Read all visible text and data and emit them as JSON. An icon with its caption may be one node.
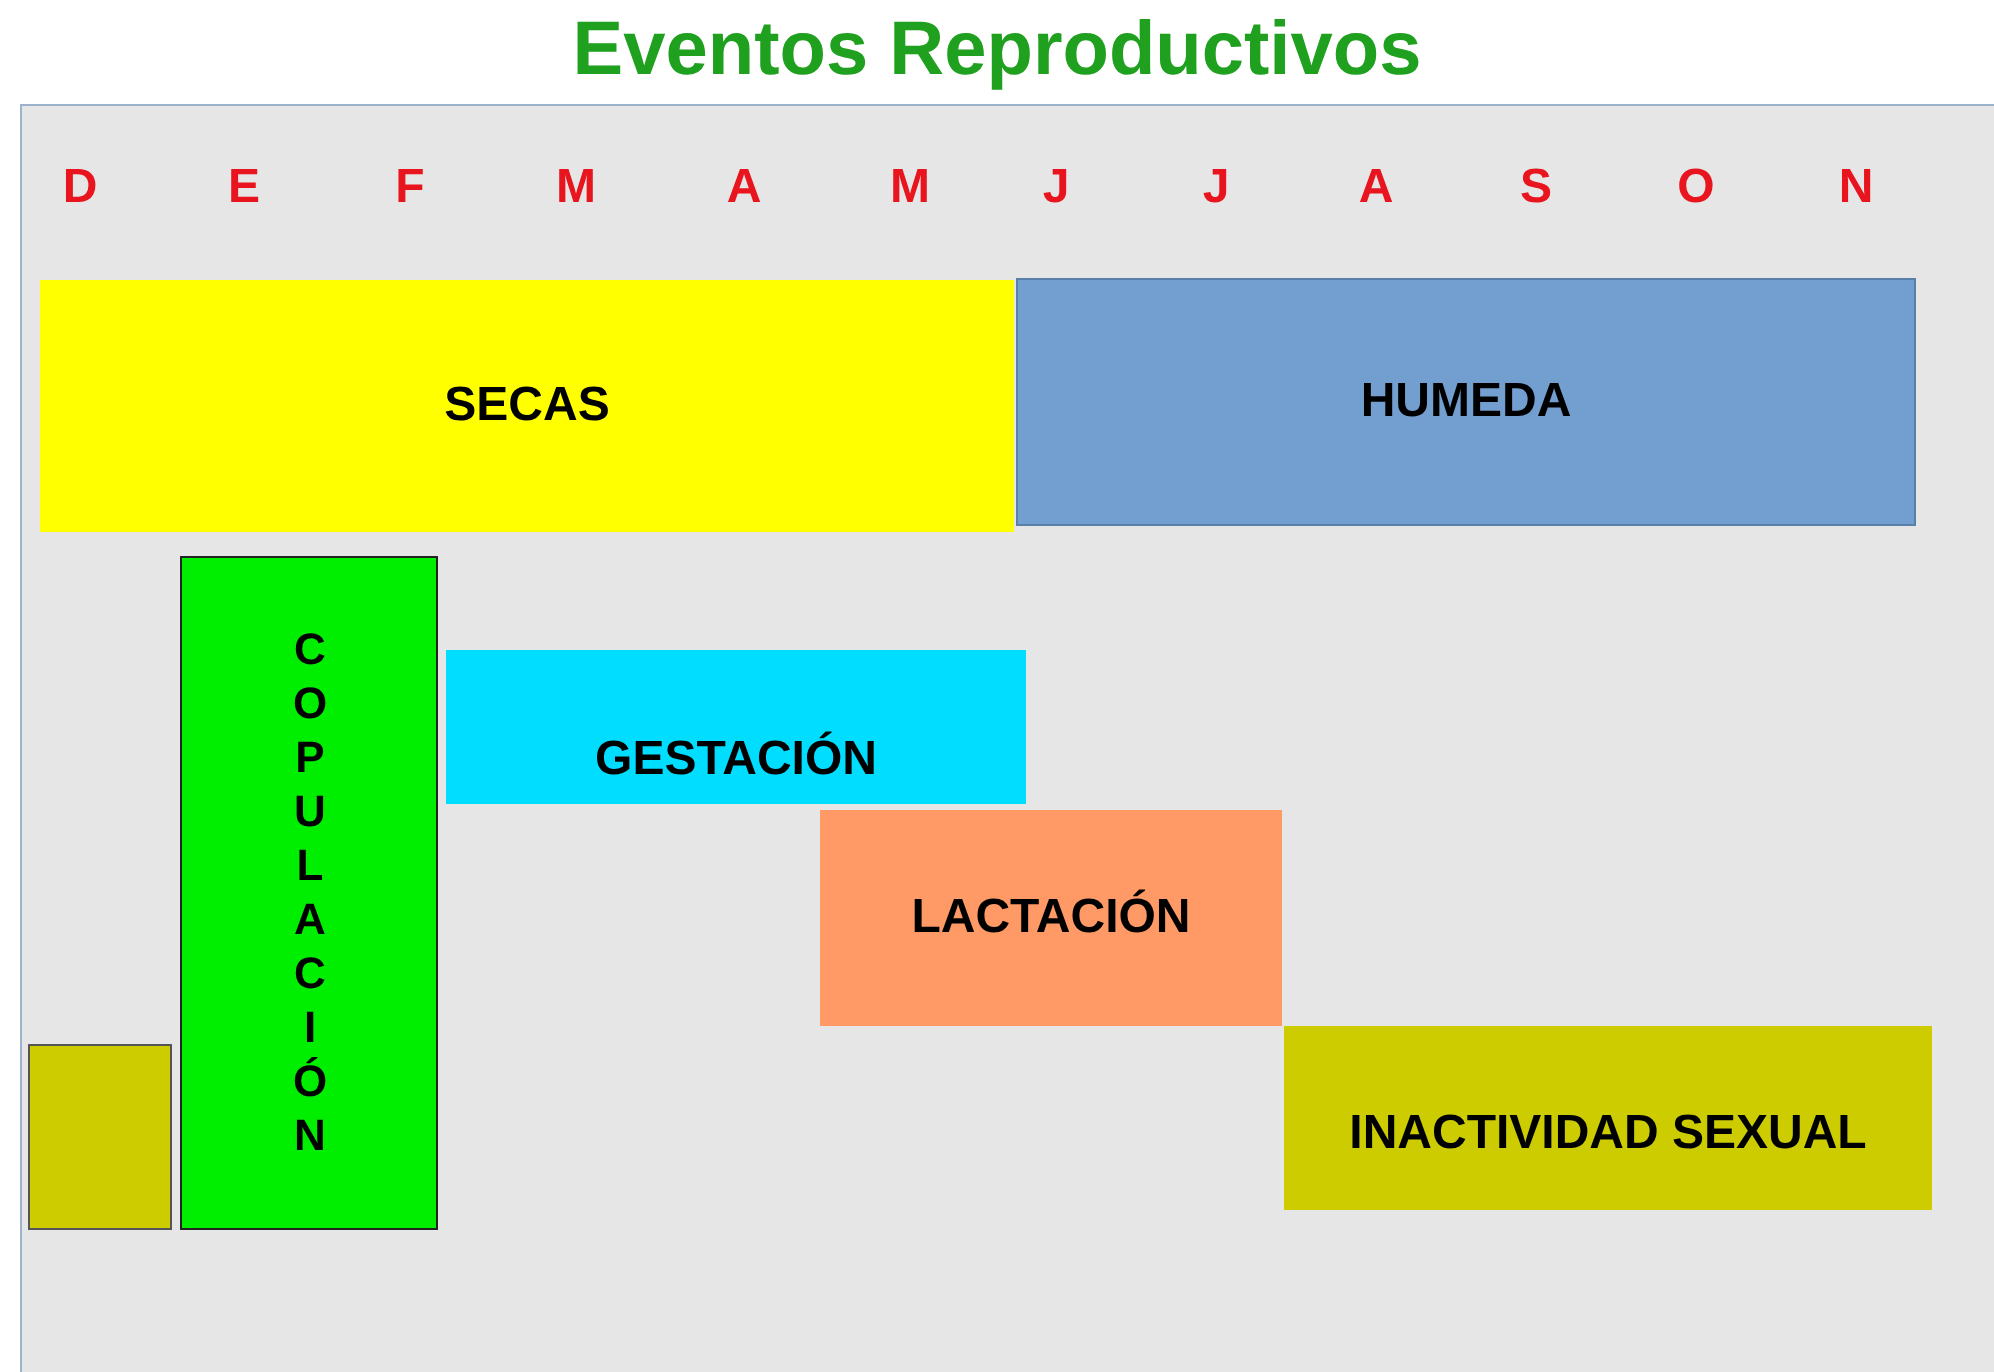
{
  "diagram": {
    "title": "Eventos Reproductivos",
    "nodes": [
      {
        "text": [
          "SECAS"
        ]
      },
      {
        "text": [
          "HUMEDA"
        ]
      },
      {
        "text": [
          "COPULACIÓN"
        ]
      },
      {
        "text": [
          "GESTACIÓN"
        ]
      },
      {
        "text": [
          "LACTACIÓN"
        ]
      },
      {
        "text": [
          "INACTIVIDAD SEXUAL"
        ]
      },
      {
        "text": [],
        "shape": "box"
      }
    ],
    "edges": [],
    "labels": [
      "D",
      "E",
      "F",
      "M",
      "A",
      "M",
      "J",
      "J",
      "A",
      "S",
      "O",
      "N"
    ]
  }
}
